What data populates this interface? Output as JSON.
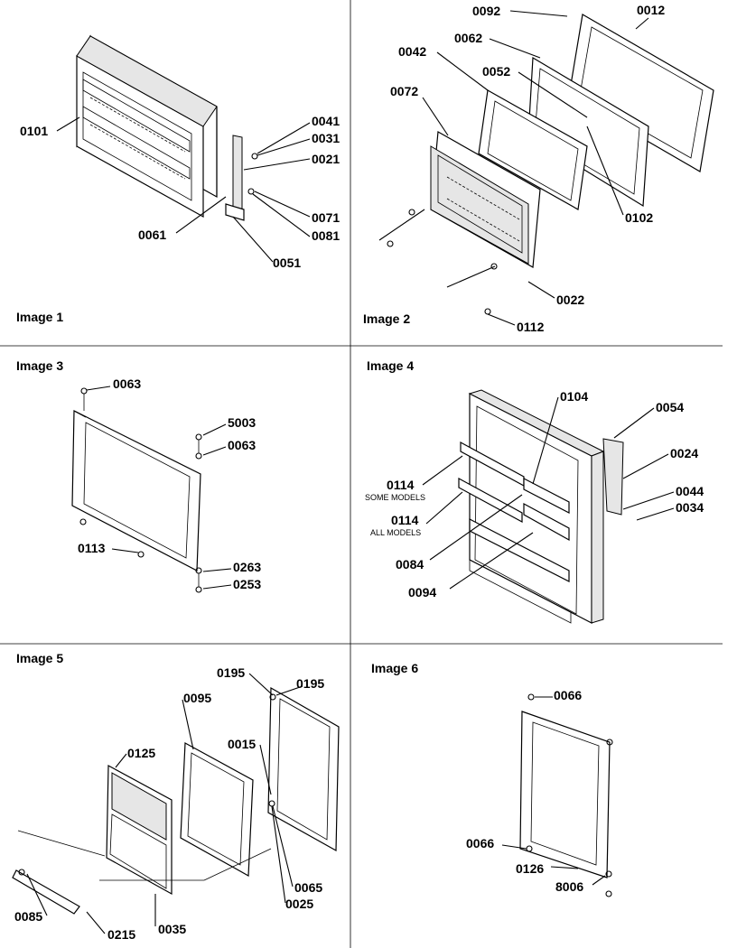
{
  "panels": [
    {
      "title": "Image 1",
      "callouts": [
        "0101",
        "0041",
        "0031",
        "0021",
        "0061",
        "0071",
        "0081",
        "0051"
      ]
    },
    {
      "title": "Image 2",
      "callouts": [
        "0092",
        "0012",
        "0062",
        "0042",
        "0052",
        "0072",
        "0102",
        "0022",
        "0112"
      ]
    },
    {
      "title": "Image 3",
      "callouts": [
        "0063",
        "5003",
        "0063",
        "0113",
        "0263",
        "0253"
      ]
    },
    {
      "title": "Image 4",
      "callouts": [
        "0104",
        "0054",
        "0024",
        "0114",
        "0114",
        "0044",
        "0034",
        "0084",
        "0094"
      ]
    },
    {
      "title": "Image 5",
      "callouts": [
        "0195",
        "0195",
        "0095",
        "0125",
        "0015",
        "0065",
        "0025",
        "0085",
        "0215",
        "0035"
      ]
    },
    {
      "title": "Image 6",
      "callouts": [
        "0066",
        "0066",
        "0126",
        "8006"
      ]
    }
  ],
  "notes": {
    "some_models": "SOME MODELS",
    "all_models": "ALL MODELS"
  }
}
